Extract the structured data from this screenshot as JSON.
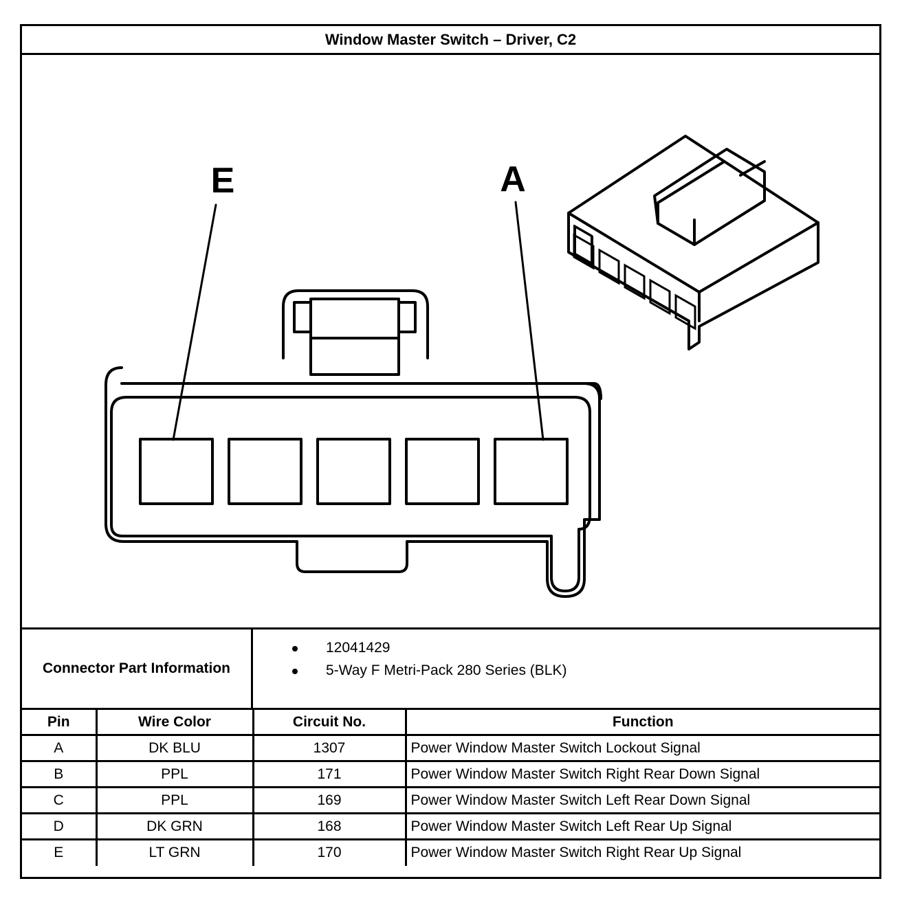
{
  "title": "Window Master Switch – Driver, C2",
  "diagram": {
    "label_left": "E",
    "label_right": "A"
  },
  "connector_info": {
    "label": "Connector Part Information",
    "items": [
      "12041429",
      "5-Way F Metri-Pack 280 Series (BLK)"
    ]
  },
  "table": {
    "headers": [
      "Pin",
      "Wire Color",
      "Circuit No.",
      "Function"
    ],
    "rows": [
      [
        "A",
        "DK BLU",
        "1307",
        "Power Window Master Switch Lockout Signal"
      ],
      [
        "B",
        "PPL",
        "171",
        "Power Window Master Switch Right Rear Down Signal"
      ],
      [
        "C",
        "PPL",
        "169",
        "Power Window Master Switch Left Rear Down Signal"
      ],
      [
        "D",
        "DK GRN",
        "168",
        "Power Window Master Switch Left Rear Up Signal"
      ],
      [
        "E",
        "LT GRN",
        "170",
        "Power Window Master Switch Right Rear Up Signal"
      ]
    ]
  }
}
